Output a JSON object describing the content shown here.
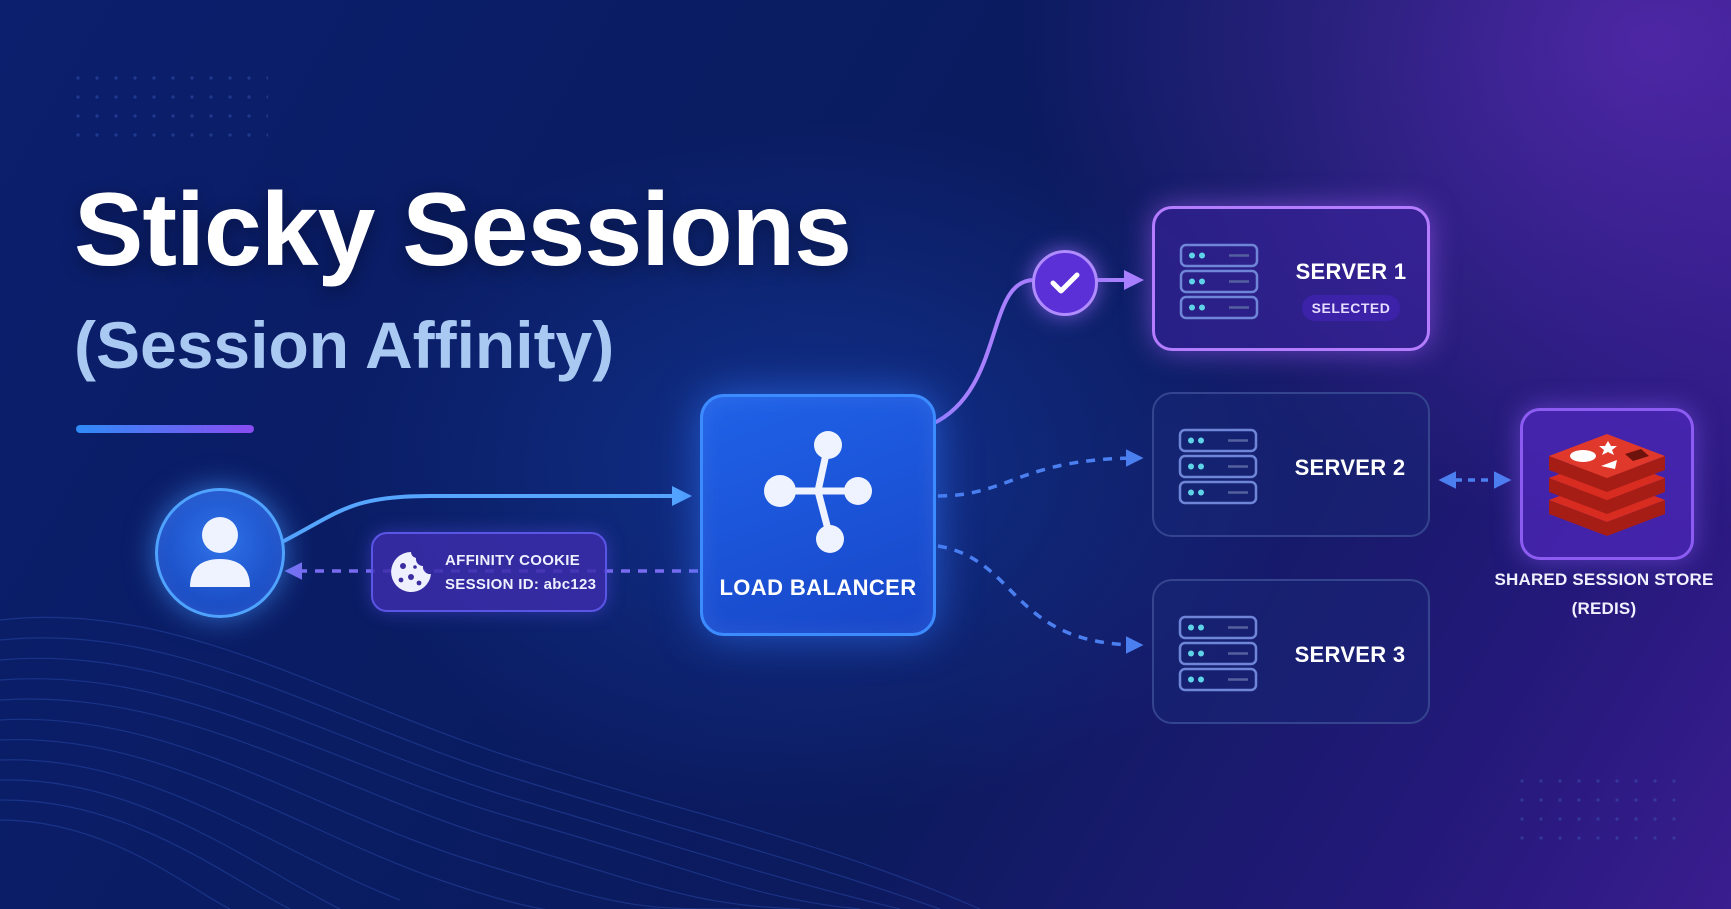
{
  "title": "Sticky Sessions",
  "subtitle": "(Session Affinity)",
  "cookie": {
    "line1": "AFFINITY COOKIE",
    "line2": "SESSION ID: abc123"
  },
  "load_balancer": {
    "label": "LOAD BALANCER"
  },
  "servers": [
    {
      "name": "SERVER 1",
      "badge": "SELECTED",
      "selected": true
    },
    {
      "name": "SERVER 2",
      "selected": false
    },
    {
      "name": "SERVER 3",
      "selected": false
    }
  ],
  "session_store": {
    "line1": "SHARED SESSION STORE",
    "line2": "(REDIS)"
  },
  "icons": [
    "user-icon",
    "cookie-icon",
    "share-network-icon",
    "check-icon",
    "server-rack-icon",
    "redis-logo-icon"
  ],
  "colors": {
    "accent_blue": "#3d8cff",
    "accent_purple": "#b47cff",
    "redis_red": "#d82c20"
  }
}
